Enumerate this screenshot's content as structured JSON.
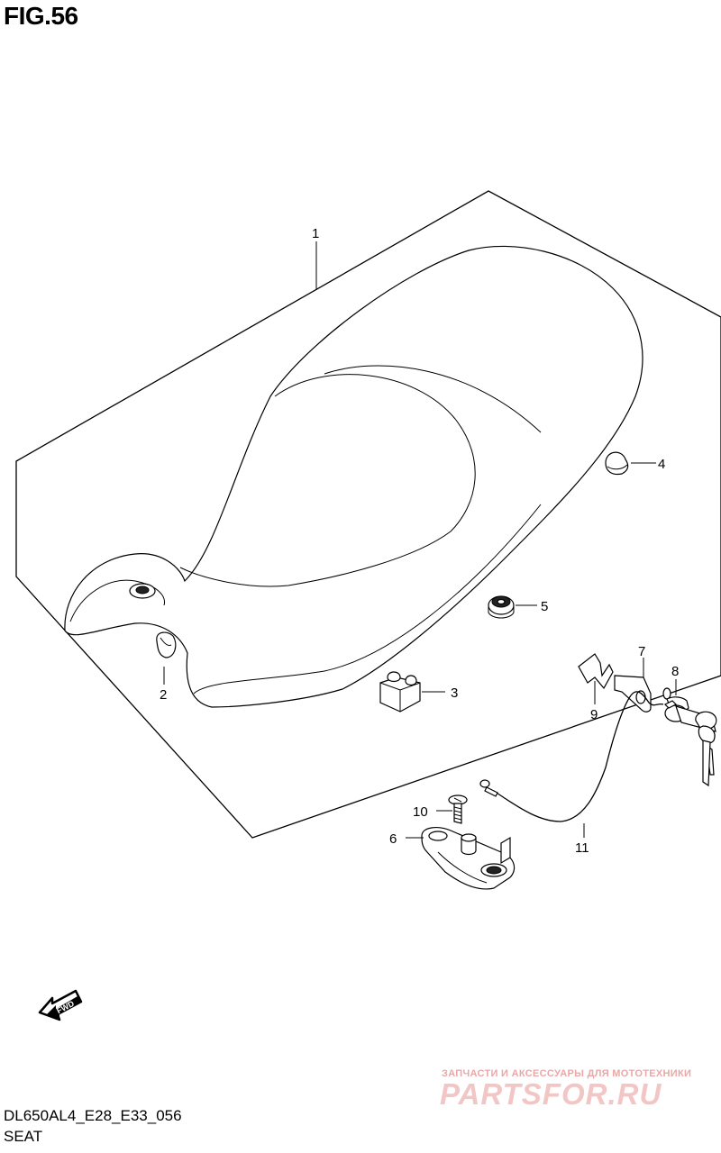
{
  "header": {
    "figure": "FIG.56"
  },
  "callouts": [
    {
      "id": "1",
      "label": "1"
    },
    {
      "id": "2",
      "label": "2"
    },
    {
      "id": "3",
      "label": "3"
    },
    {
      "id": "4",
      "label": "4"
    },
    {
      "id": "5",
      "label": "5"
    },
    {
      "id": "6",
      "label": "6"
    },
    {
      "id": "7",
      "label": "7"
    },
    {
      "id": "8",
      "label": "8"
    },
    {
      "id": "9",
      "label": "9"
    },
    {
      "id": "10",
      "label": "10"
    },
    {
      "id": "11",
      "label": "11"
    }
  ],
  "fwd_arrow": {
    "label": "FWD",
    "icon": "fwd-arrow-icon"
  },
  "footer": {
    "code": "DL650AL4_E28_E33_056",
    "name": "SEAT"
  },
  "watermark": {
    "tagline": "ЗАПЧАСТИ И АКСЕССУАРЫ ДЛЯ МОТОТЕХНИКИ",
    "logo": "PARTSFOR.RU",
    "color": "#f3c6c6"
  }
}
